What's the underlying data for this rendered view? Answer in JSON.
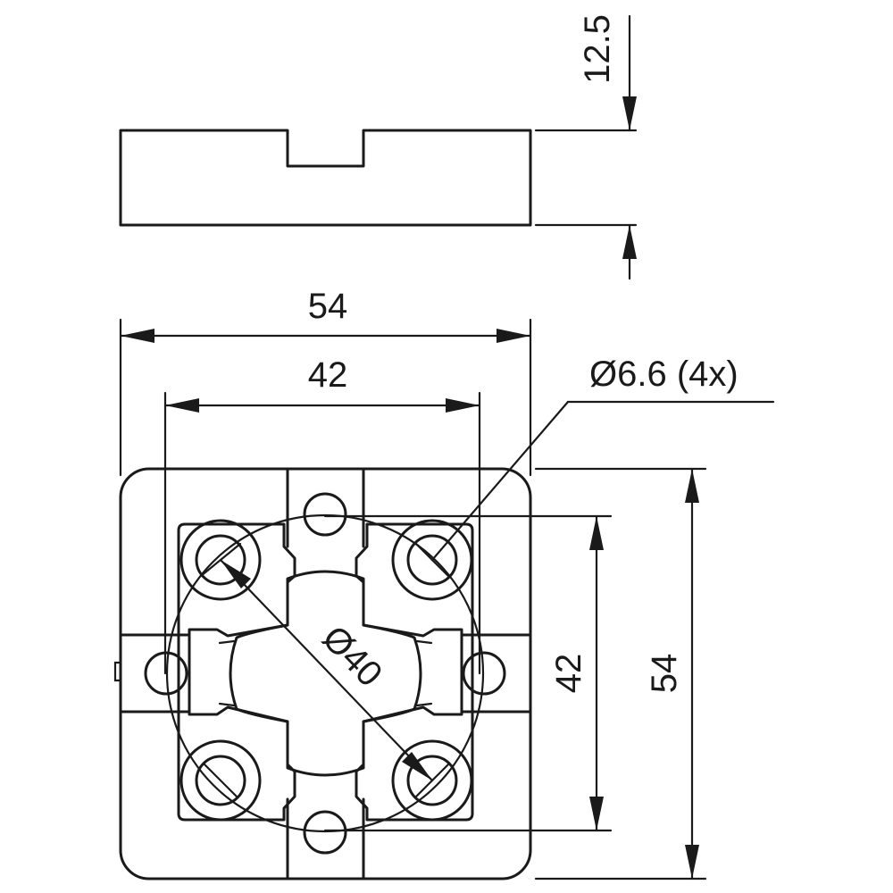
{
  "drawing": {
    "dimensions": {
      "thickness": "12.5",
      "overall_width": "54",
      "bolt_spacing_horizontal": "42",
      "hole_callout": "Ø6.6 (4x)",
      "bolt_circle": "Ø40",
      "bolt_spacing_vertical": "42",
      "overall_height": "54"
    }
  }
}
